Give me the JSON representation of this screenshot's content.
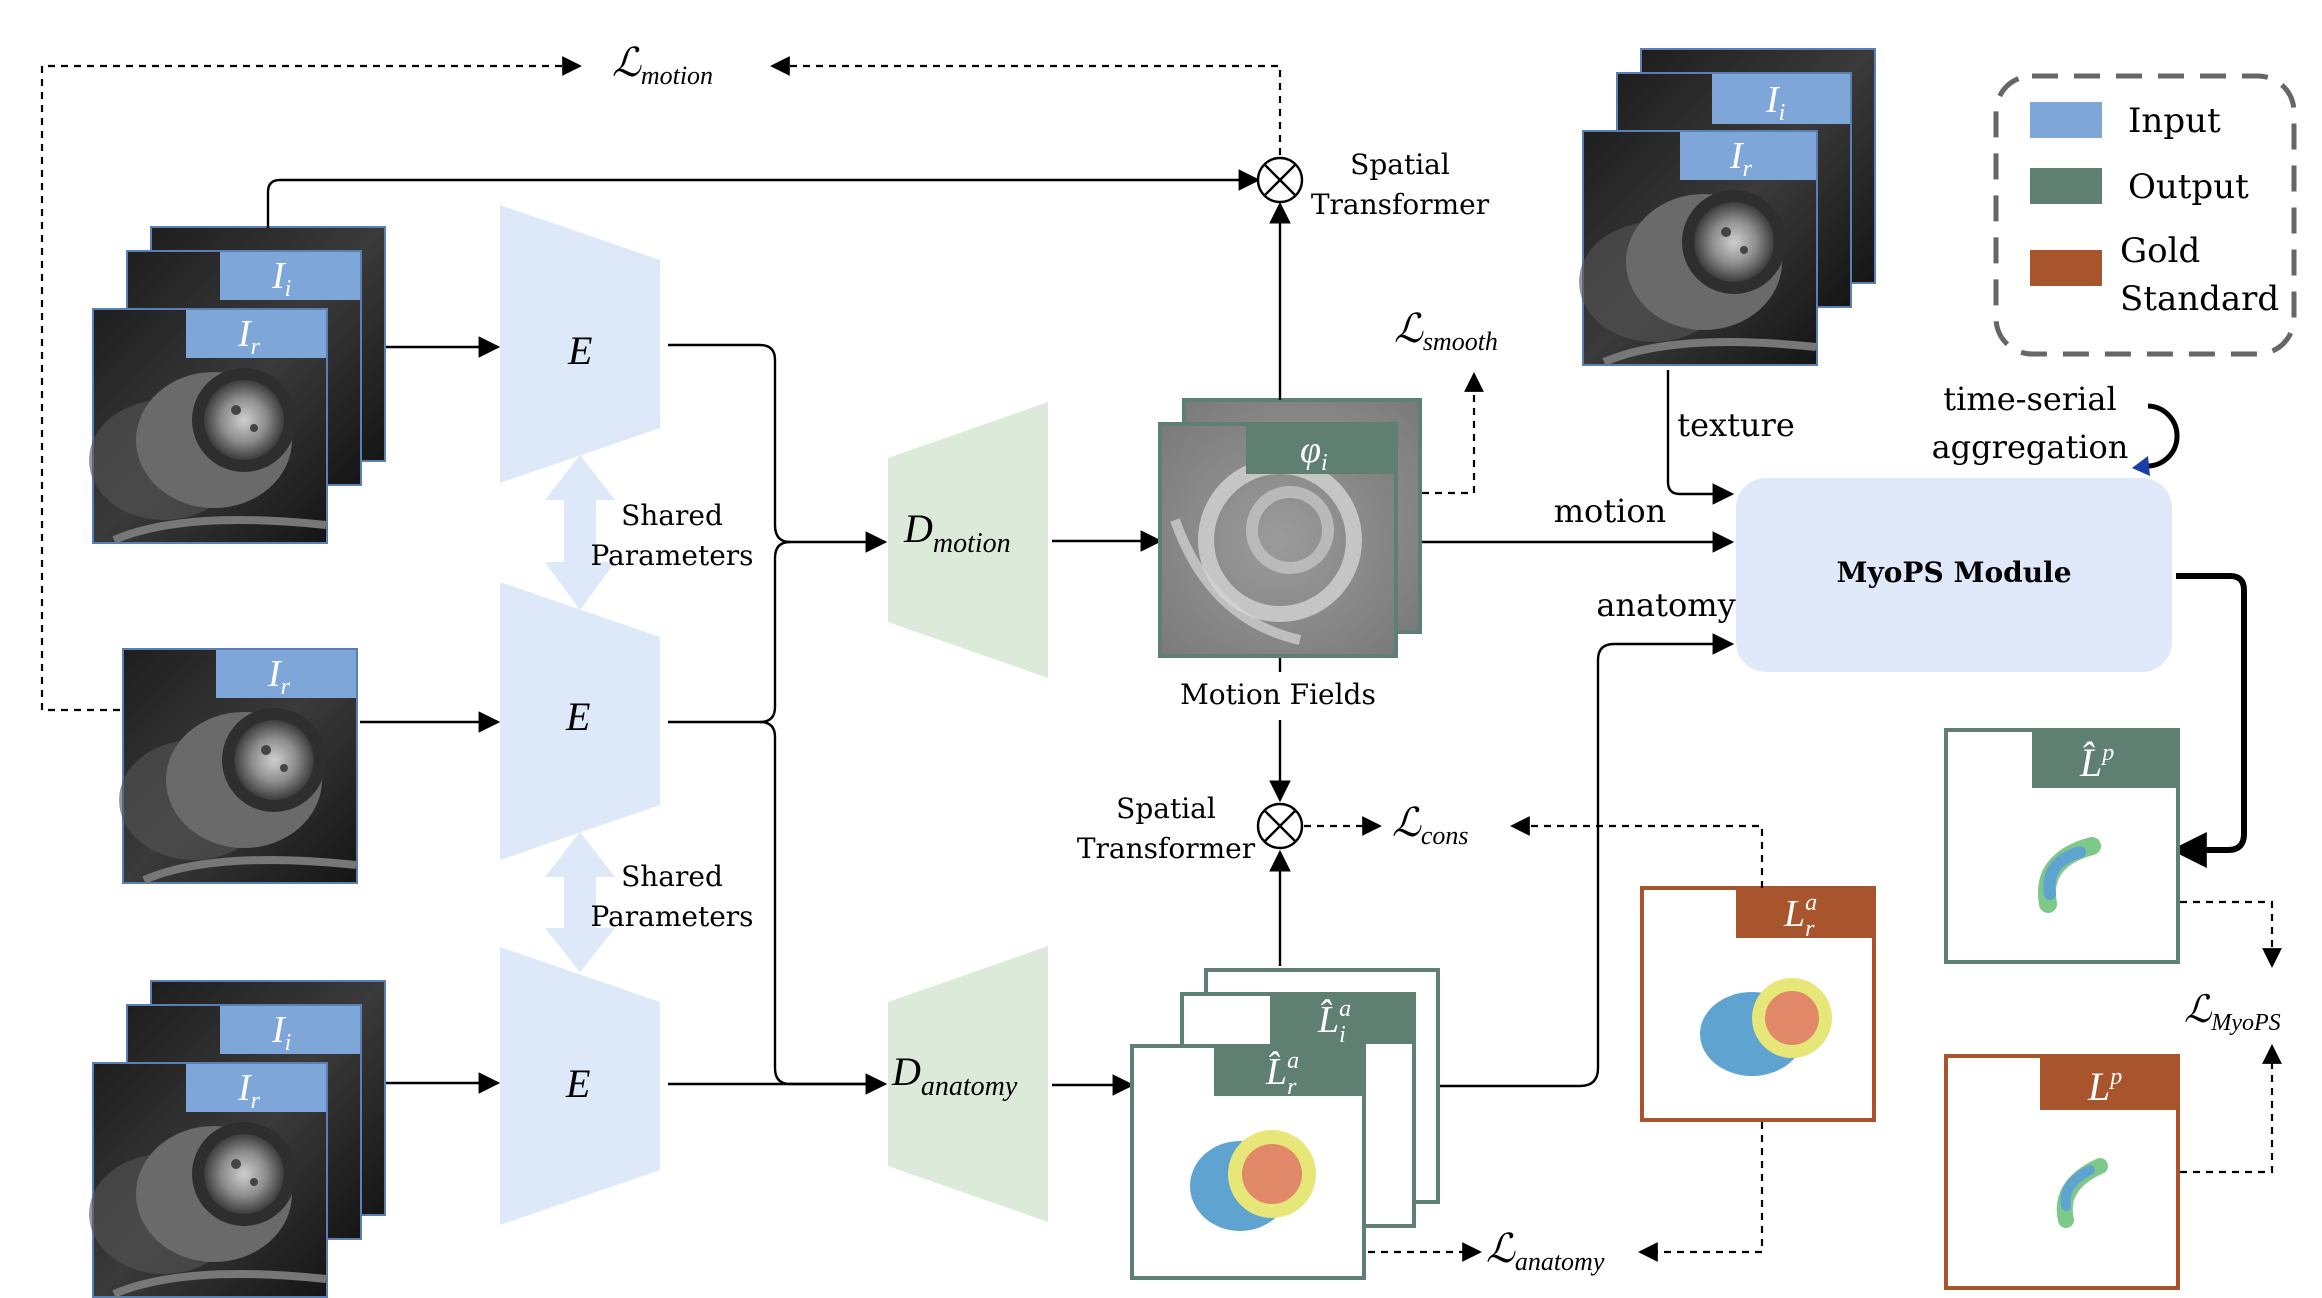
{
  "losses": {
    "motion": {
      "main": "ℒ",
      "sub": "motion"
    },
    "smooth": {
      "main": "ℒ",
      "sub": "smooth"
    },
    "cons": {
      "main": "ℒ",
      "sub": "cons"
    },
    "anatomy": {
      "main": "ℒ",
      "sub": "anatomy"
    },
    "myops": {
      "main": "ℒ",
      "sub": "MyoPS"
    }
  },
  "encoders": {
    "label": "E"
  },
  "decoders": {
    "motion": {
      "main": "D",
      "sub": "motion"
    },
    "anatomy": {
      "main": "D",
      "sub": "anatomy"
    }
  },
  "shared_parameters": {
    "line1": "Shared",
    "line2": "Parameters"
  },
  "spatial_transformer": {
    "line1": "Spatial",
    "line2": "Transformer"
  },
  "motion_fields": {
    "label": "Motion Fields",
    "tag_main": "φ",
    "tag_sub": "i"
  },
  "image_tags": {
    "i": {
      "main": "I",
      "sub": "i"
    },
    "r": {
      "main": "I",
      "sub": "r"
    }
  },
  "pred_tags": {
    "li": {
      "main": "L̂",
      "sup": "a",
      "sub": "i"
    },
    "lr": {
      "main": "L̂",
      "sup": "a",
      "sub": "r"
    },
    "lp": {
      "main": "L̂",
      "sup": "p"
    }
  },
  "gold_tags": {
    "la": {
      "main": "L",
      "sup": "a",
      "sub": "r"
    },
    "lp": {
      "main": "L",
      "sup": "p"
    }
  },
  "flow_labels": {
    "texture": "texture",
    "motion": "motion",
    "anatomy": "anatomy",
    "time_serial_1": "time-serial",
    "time_serial_2": "aggregation"
  },
  "module": {
    "label": "MyoPS Module"
  },
  "legend": {
    "items": [
      {
        "label": "Input",
        "color": "#7ea6d8"
      },
      {
        "label": "Output",
        "color": "#5f7f72"
      },
      {
        "label": "Gold",
        "label2": "Standard",
        "color": "#a8552d"
      }
    ]
  },
  "colors": {
    "input": "#7ea6d8",
    "output": "#5f7f72",
    "gold": "#a8552d",
    "encoder": "#dde8f8",
    "decoder": "#dcebd9",
    "module": "#dfe9f9"
  }
}
